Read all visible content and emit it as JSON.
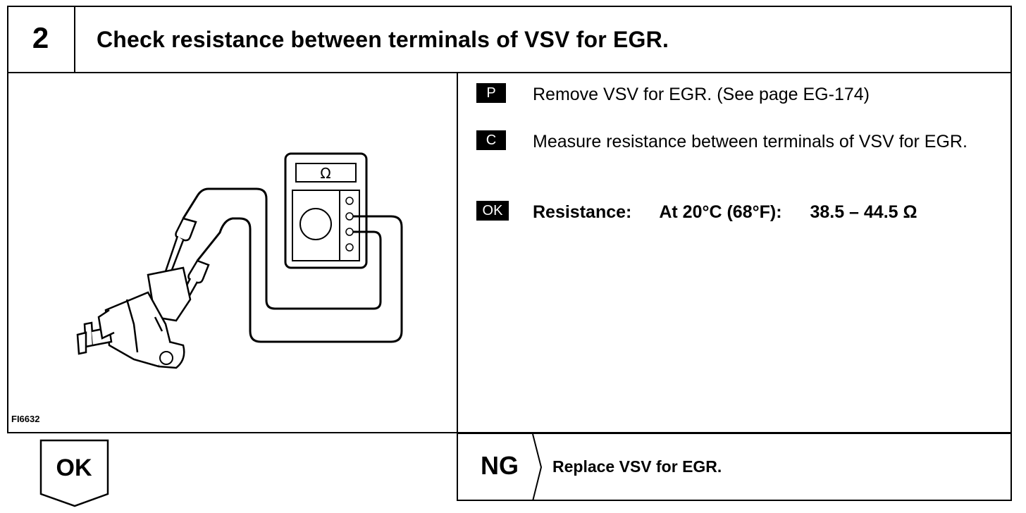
{
  "step": {
    "number": "2",
    "title": "Check resistance between terminals of VSV for EGR."
  },
  "figure": {
    "code": "FI6632",
    "meter_symbol": "Ω",
    "icons": [
      "ohmmeter-icon",
      "vsv-valve-icon",
      "test-lead-icon"
    ]
  },
  "instructions": [
    {
      "badge": "P",
      "text": "Remove VSV for EGR. (See page EG-174)"
    },
    {
      "badge": "C",
      "text": "Measure resistance between terminals of VSV for EGR."
    },
    {
      "badge": "OK",
      "label": "Resistance:",
      "condition": "At 20°C (68°F):",
      "value": "38.5 – 44.5 Ω"
    }
  ],
  "ok_branch": {
    "label": "OK"
  },
  "ng_branch": {
    "label": "NG",
    "action": "Replace VSV for EGR."
  }
}
